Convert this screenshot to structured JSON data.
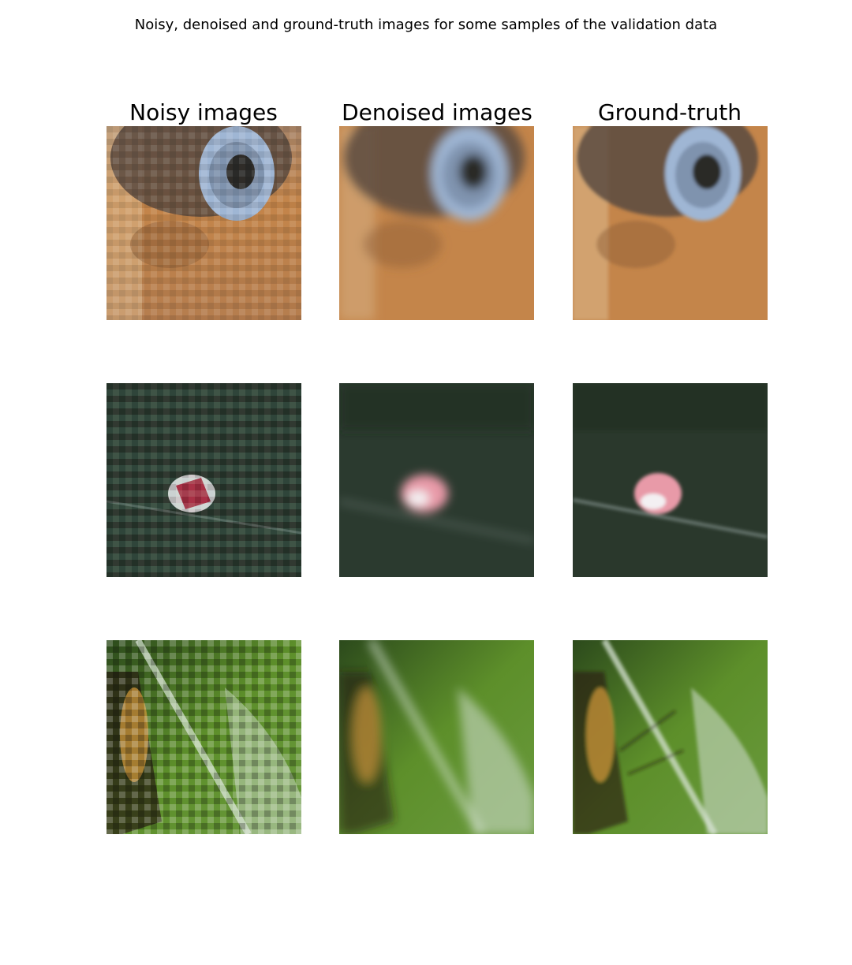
{
  "figure": {
    "title": "Noisy, denoised and ground-truth images for some samples of the validation data"
  },
  "columns": [
    "Noisy images",
    "Denoised images",
    "Ground-truth"
  ],
  "samples": [
    {
      "subject": "monkey face close-up",
      "palette": {
        "bg1": "#c4854a",
        "bg2": "#8a5a36",
        "dark": "#3d3530",
        "face": "#9fb6d4",
        "hole": "#2a2a28"
      }
    },
    {
      "subject": "red and white flower on dark green grass",
      "palette": {
        "bg1": "#2f4034",
        "bg2": "#1f2b22",
        "flower": "#e89aa8",
        "flowerDark": "#c2364e",
        "stem": "#9aa9a6"
      }
    },
    {
      "subject": "insect on green leaf",
      "palette": {
        "bg1": "#5d8f2a",
        "bg2": "#2c4a1c",
        "light": "#d8e4d6",
        "insect": "#d59a3c",
        "insectDark": "#2a1e14"
      }
    }
  ]
}
